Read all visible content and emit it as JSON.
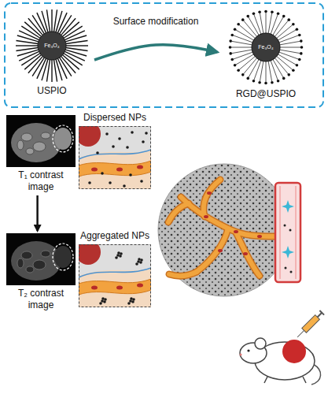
{
  "diagram": {
    "nodes": [
      {
        "text": [
          "Fe₃O₄",
          "USPIO"
        ]
      },
      {
        "text": [
          "Fe₃O₄",
          "RGD@USPIO"
        ]
      },
      {
        "text": [
          "T₁ contrast image"
        ]
      },
      {
        "text": [
          "Dispersed NPs"
        ]
      },
      {
        "text": [
          "T₂ contrast image"
        ]
      },
      {
        "text": [
          "Aggregated NPs"
        ]
      }
    ],
    "edges": [
      {
        "from": 0,
        "to": 1,
        "label": "Surface modification",
        "arrow": "to"
      },
      {
        "from": 2,
        "to": 4,
        "arrow": "to"
      }
    ]
  }
}
